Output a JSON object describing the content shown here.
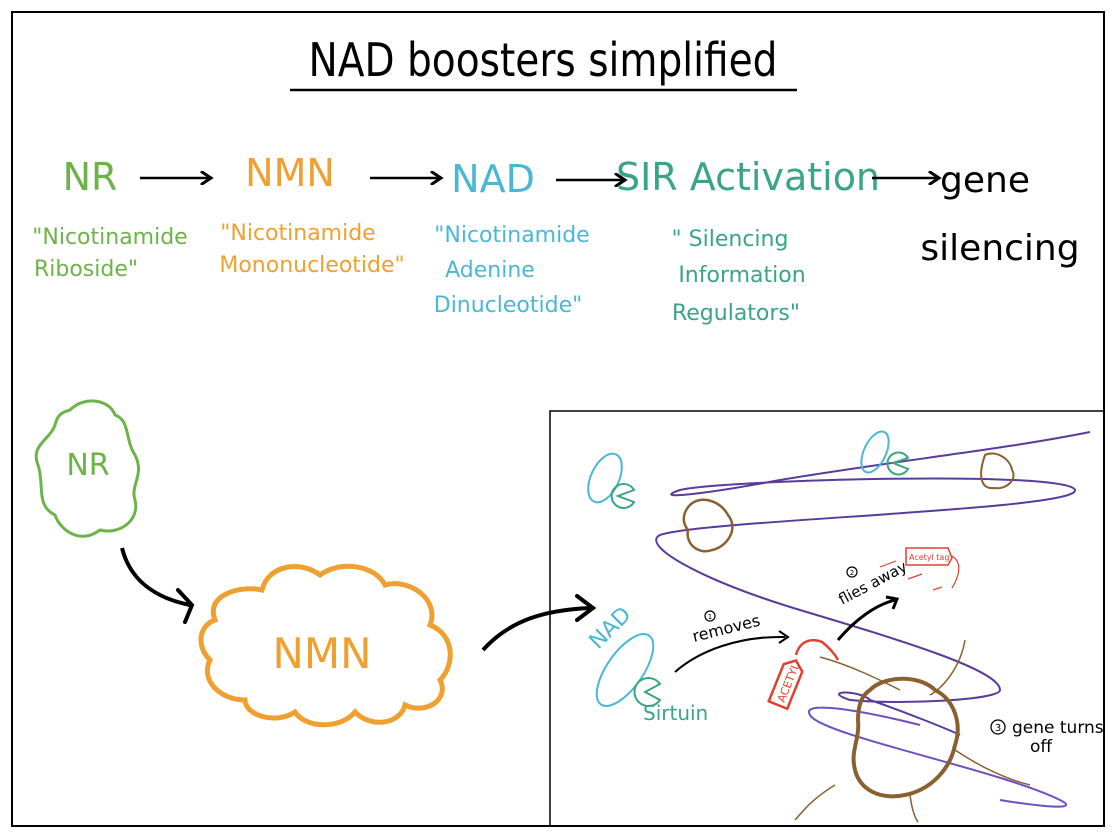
{
  "title": "NAD boosters simplified",
  "colors": {
    "nr": "#6db34a",
    "nmn": "#f0a030",
    "nad": "#4ab8d4",
    "sir": "#3aa585",
    "dna": "#5a3a9a",
    "histone": "#8a6030",
    "acetyl": "#e04030",
    "text": "#000000"
  },
  "pathway": [
    {
      "label": "NR",
      "description_lines": [
        "\"Nicotinamide",
        "Riboside\""
      ]
    },
    {
      "label": "NMN",
      "description_lines": [
        "\"Nicotinamide",
        "Mononucleotide\""
      ]
    },
    {
      "label": "NAD",
      "description_lines": [
        "\"Nicotinamide",
        "Adenine",
        "Dinucleotide\""
      ]
    },
    {
      "label": "SIR Activation",
      "description_lines": [
        "\" Silencing",
        "Information",
        "Regulators\""
      ]
    },
    {
      "label_lines": [
        "gene",
        "silencing"
      ]
    }
  ],
  "bottom": {
    "nr_blob": "NR",
    "nmn_cloud": "NMN"
  },
  "inset": {
    "nad_label": "NAD",
    "sirtuin_label": "Sirtuin",
    "step1_number": "1",
    "step1_label": "removes",
    "acetyl_tag": "ACETYL",
    "step2_number": "2",
    "step2_label": "flies away",
    "acetyl_tag_flying": "Acetyl tag",
    "step3_number": "3",
    "step3_label_lines": [
      "gene turns",
      "off"
    ]
  }
}
